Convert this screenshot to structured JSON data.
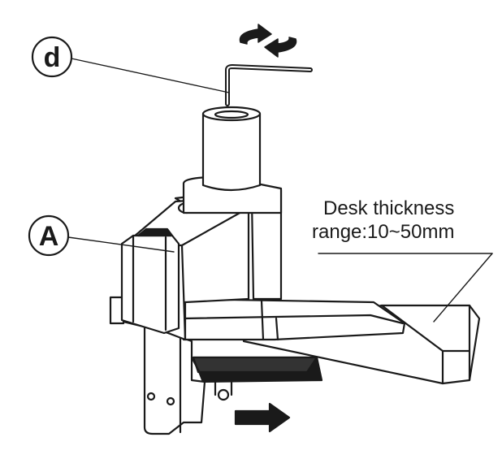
{
  "callouts": {
    "d": {
      "label": "d"
    },
    "a": {
      "label": "A"
    }
  },
  "annotation": {
    "line1": "Desk thickness",
    "line2": "range:10~50mm"
  },
  "icons": {
    "rotate": "rotate-arrows-icon",
    "direction": "right-arrow-icon",
    "tool": "allen-key-icon"
  },
  "colors": {
    "stroke": "#1a1a1a",
    "fill": "#ffffff",
    "dark_fill": "#1a1a1a"
  }
}
